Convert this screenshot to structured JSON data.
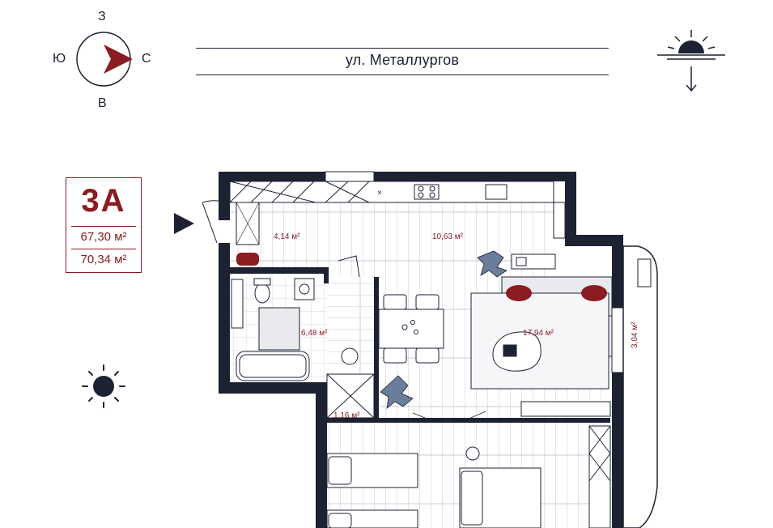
{
  "compass": {
    "north_label": "З",
    "south_label": "В",
    "west_label": "Ю",
    "east_label": "С",
    "needle_color": "#8a1c22"
  },
  "street": {
    "name": "ул. Металлургов"
  },
  "unit": {
    "code": "3А",
    "area_living": "67,30 м²",
    "area_total": "70,34 м²",
    "accent_color": "#8a1c22"
  },
  "rooms": {
    "hall": "4,14 м²",
    "kitchen": "10,63 м²",
    "bath": "6,48 м²",
    "living": "17,94 м²",
    "balcony": "3,04 м²",
    "closet": "1,16 м²"
  },
  "icons": {
    "sunset": "sunset-icon",
    "sun": "sun-icon",
    "entrance": "entrance-arrow-icon"
  },
  "colors": {
    "wall": "#1d2233",
    "floor_line": "#c9cbd2",
    "furniture": "#e9eaee"
  }
}
